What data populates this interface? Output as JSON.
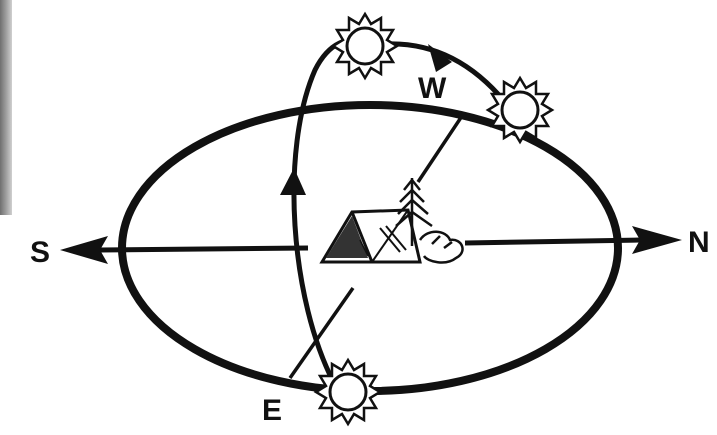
{
  "compass": {
    "south": "S",
    "north": "N",
    "west": "W",
    "east": "E"
  },
  "icons": [
    "sun-icon",
    "tent-icon",
    "pine-tree-icon"
  ],
  "colors": {
    "ink": "#111111",
    "background": "#ffffff",
    "sun_fill": "#ffffff"
  }
}
